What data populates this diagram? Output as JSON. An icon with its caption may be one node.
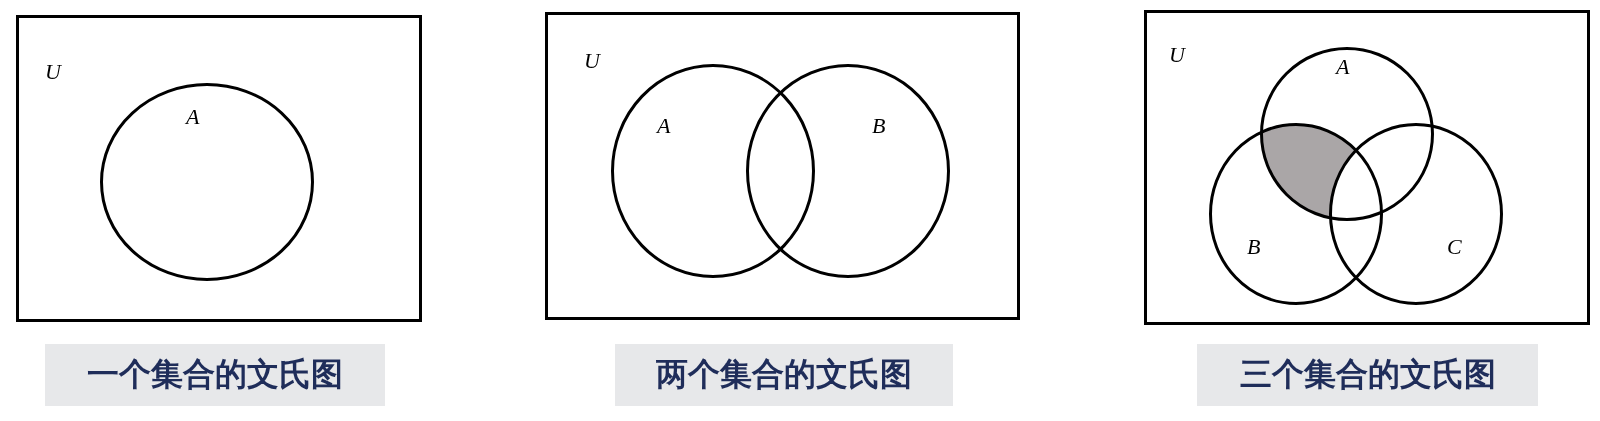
{
  "diagram": {
    "nodes": [
      {
        "text": [
          "U"
        ]
      },
      {
        "text": [
          "A"
        ],
        "in": 0
      },
      {
        "text": [
          "U"
        ]
      },
      {
        "text": [
          "A"
        ],
        "in": 2
      },
      {
        "text": [
          "B"
        ],
        "in": 2
      },
      {
        "text": [
          "U"
        ]
      },
      {
        "text": [
          "A"
        ],
        "in": 5
      },
      {
        "text": [
          "B"
        ],
        "in": 5
      },
      {
        "text": [
          "C"
        ],
        "in": 5
      },
      {
        "text": [],
        "shape": "region",
        "in": 5
      },
      {
        "text": [
          "一个集合的文氏图"
        ]
      },
      {
        "text": [
          "两个集合的文氏图"
        ]
      },
      {
        "text": [
          "三个集合的文氏图"
        ]
      }
    ],
    "edges": []
  }
}
